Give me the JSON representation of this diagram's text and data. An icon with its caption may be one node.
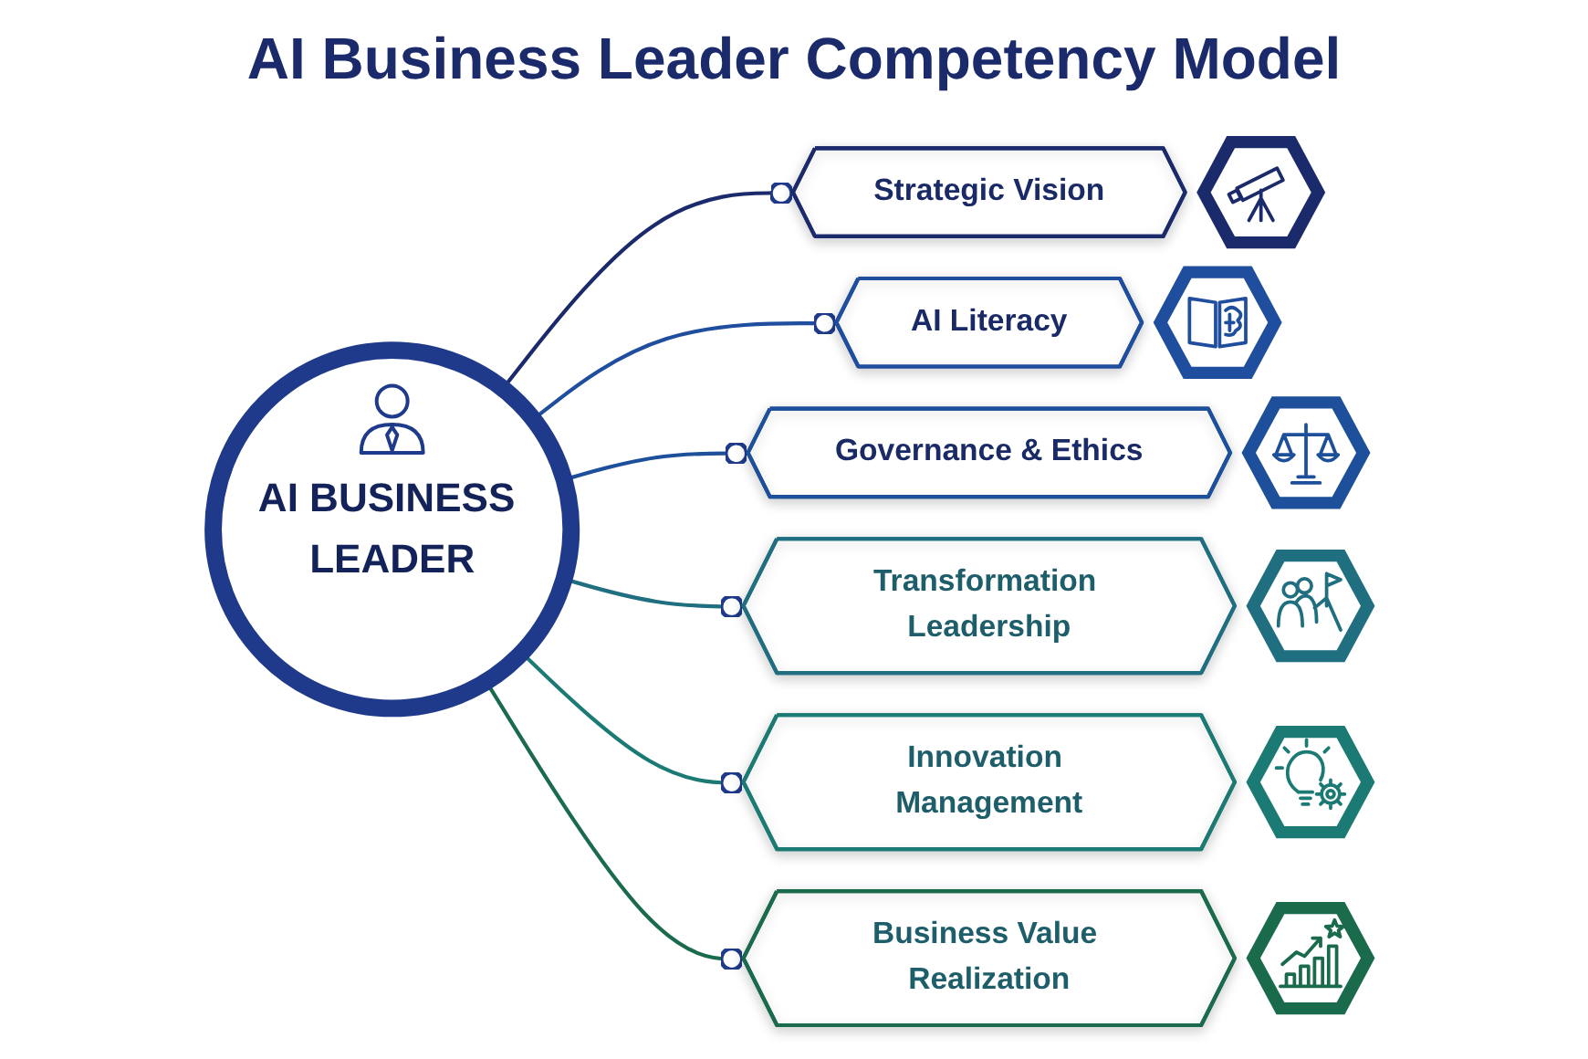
{
  "diagram": {
    "title": "AI Business Leader Competency Model",
    "nodes": [
      {
        "text": [
          "AI BUSINESS LEADER"
        ]
      },
      {
        "text": [
          "Strategic Vision"
        ]
      },
      {
        "text": [
          "AI Literacy"
        ]
      },
      {
        "text": [
          "Governance & Ethics"
        ]
      },
      {
        "text": [
          "Transformation Leadership"
        ]
      },
      {
        "text": [
          "Innovation Management"
        ]
      },
      {
        "text": [
          "Business Value Realization"
        ]
      }
    ],
    "edges": [
      {
        "from": 0,
        "to": 1,
        "arrow": "other",
        "color": "#1b2a6b"
      },
      {
        "from": 0,
        "to": 2,
        "arrow": "other",
        "color": "#1f4e9e"
      },
      {
        "from": 0,
        "to": 3,
        "arrow": "other",
        "color": "#1d4f9a"
      },
      {
        "from": 0,
        "to": 4,
        "arrow": "other",
        "color": "#1f6f80"
      },
      {
        "from": 0,
        "to": 5,
        "arrow": "other",
        "color": "#1b7a74"
      },
      {
        "from": 0,
        "to": 6,
        "arrow": "other",
        "color": "#1a6a4c"
      }
    ]
  }
}
